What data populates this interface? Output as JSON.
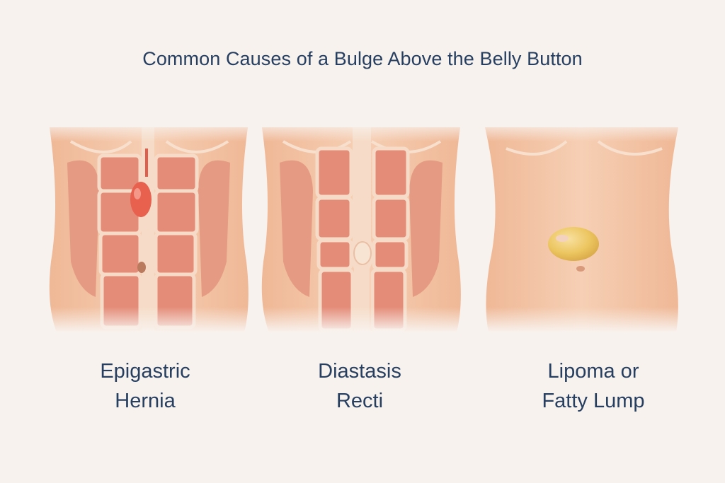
{
  "title": "Common Causes of a Bulge Above the Belly Button",
  "colors": {
    "background": "#f8f2ee",
    "text": "#263f60",
    "skin": "#f2c2a2",
    "muscle": "#e48c78",
    "tendon": "#f6dcc8",
    "hernia": "#e8604e",
    "lipoma": "#ecc660"
  },
  "panels": [
    {
      "label_line1": "Epigastric",
      "label_line2": "Hernia",
      "illustration": "abdominal-muscles-with-hernia-bulge"
    },
    {
      "label_line1": "Diastasis",
      "label_line2": "Recti",
      "illustration": "abdominal-muscles-with-separated-rectus"
    },
    {
      "label_line1": "Lipoma or",
      "label_line2": "Fatty Lump",
      "illustration": "skin-torso-with-fatty-lump"
    }
  ]
}
